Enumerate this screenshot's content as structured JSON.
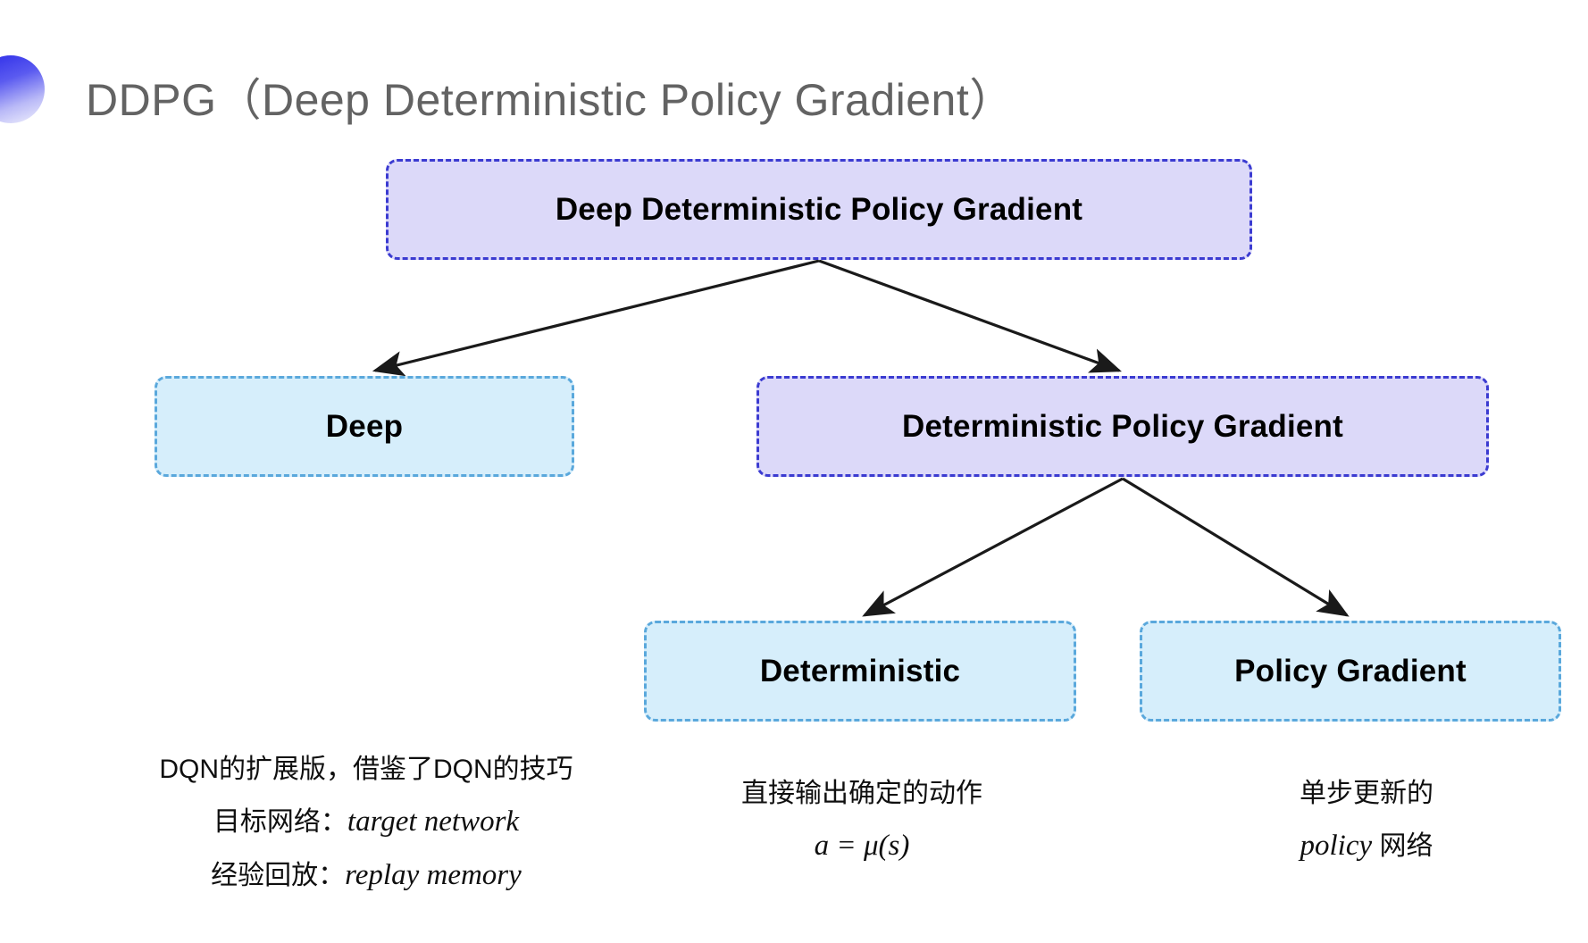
{
  "slide": {
    "title": "DDPG（Deep Deterministic Policy Gradient）",
    "bullet_icon": "gradient-circle-icon",
    "background_color": "#ffffff"
  },
  "colors": {
    "purple_fill": "#dcd9f9",
    "purple_border": "#3b3bd1",
    "cyan_fill": "#d6eefb",
    "cyan_border": "#5aa8dc",
    "title_text": "#636363",
    "arrow": "#1a1a1a"
  },
  "diagram": {
    "type": "tree",
    "nodes": [
      {
        "id": "root",
        "label": "Deep Deterministic Policy Gradient",
        "style": "purple",
        "level": 0
      },
      {
        "id": "deep",
        "label": "Deep",
        "style": "cyan",
        "level": 1
      },
      {
        "id": "dpg",
        "label": "Deterministic Policy Gradient",
        "style": "purple",
        "level": 1
      },
      {
        "id": "deterministic",
        "label": "Deterministic",
        "style": "cyan",
        "level": 2
      },
      {
        "id": "policy_gradient",
        "label": "Policy Gradient",
        "style": "cyan",
        "level": 2
      }
    ],
    "edges": [
      {
        "from": "root",
        "to": "deep"
      },
      {
        "from": "root",
        "to": "dpg"
      },
      {
        "from": "dpg",
        "to": "deterministic"
      },
      {
        "from": "dpg",
        "to": "policy_gradient"
      }
    ]
  },
  "annotations": {
    "deep": {
      "line1": "DQN的扩展版，借鉴了DQN的技巧",
      "line2_label": "目标网络：",
      "line2_term": "target network",
      "line3_label": "经验回放：",
      "line3_term": "replay memory"
    },
    "deterministic": {
      "line1": "直接输出确定的动作",
      "formula": "a = μ(s)"
    },
    "policy_gradient": {
      "line1": "单步更新的",
      "term": "policy",
      "line2_suffix": " 网络"
    }
  }
}
